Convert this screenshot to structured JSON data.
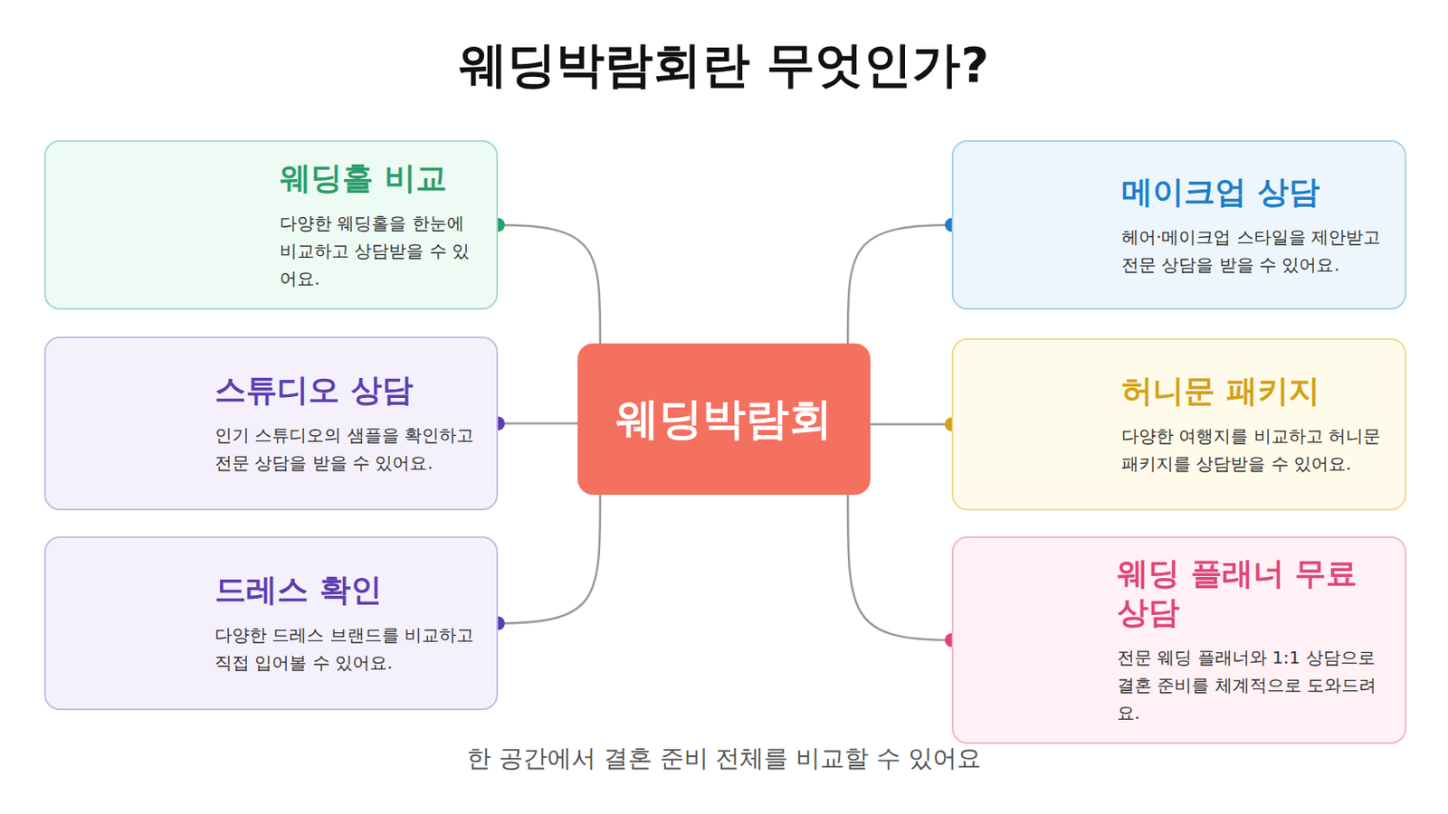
{
  "diagram": {
    "title": "웨딩박람회란 무엇인가?",
    "caption": "한 공간에서 결혼 준비 전체를 비교할 수 있어요",
    "nodes": [
      {
        "text": [
          "웨딩박람회"
        ]
      },
      {
        "text": [
          "웨딩홀 비교",
          "다양한 웨딩홀을 한눈에 비교하고 상담받을 수 있어요."
        ]
      },
      {
        "text": [
          "스튜디오 상담",
          "인기 스튜디오의 샘플을 확인하고 전문 상담을 받을 수 있어요."
        ]
      },
      {
        "text": [
          "드레스 확인",
          "다양한 드레스 브랜드를 비교하고 직접 입어볼 수 있어요."
        ]
      },
      {
        "text": [
          "메이크업 상담",
          "헤어·메이크업 스타일을 제안받고 전문 상담을 받을 수 있어요."
        ]
      },
      {
        "text": [
          "허니문 패키지",
          "다양한 여행지를 비교하고 허니문 패키지를 상담받을 수 있어요."
        ]
      },
      {
        "text": [
          "웨딩 플래너 무료 상담",
          "전문 웨딩 플래너와 1:1 상담으로 결혼 준비를 체계적으로 도와드려요."
        ]
      }
    ],
    "edges": [
      {
        "from": 0,
        "to": 1,
        "arrow": "none"
      },
      {
        "from": 0,
        "to": 2,
        "arrow": "none"
      },
      {
        "from": 0,
        "to": 3,
        "arrow": "none"
      },
      {
        "from": 0,
        "to": 4,
        "arrow": "none"
      },
      {
        "from": 0,
        "to": 5,
        "arrow": "none"
      },
      {
        "from": 0,
        "to": 6,
        "arrow": "none"
      }
    ]
  }
}
